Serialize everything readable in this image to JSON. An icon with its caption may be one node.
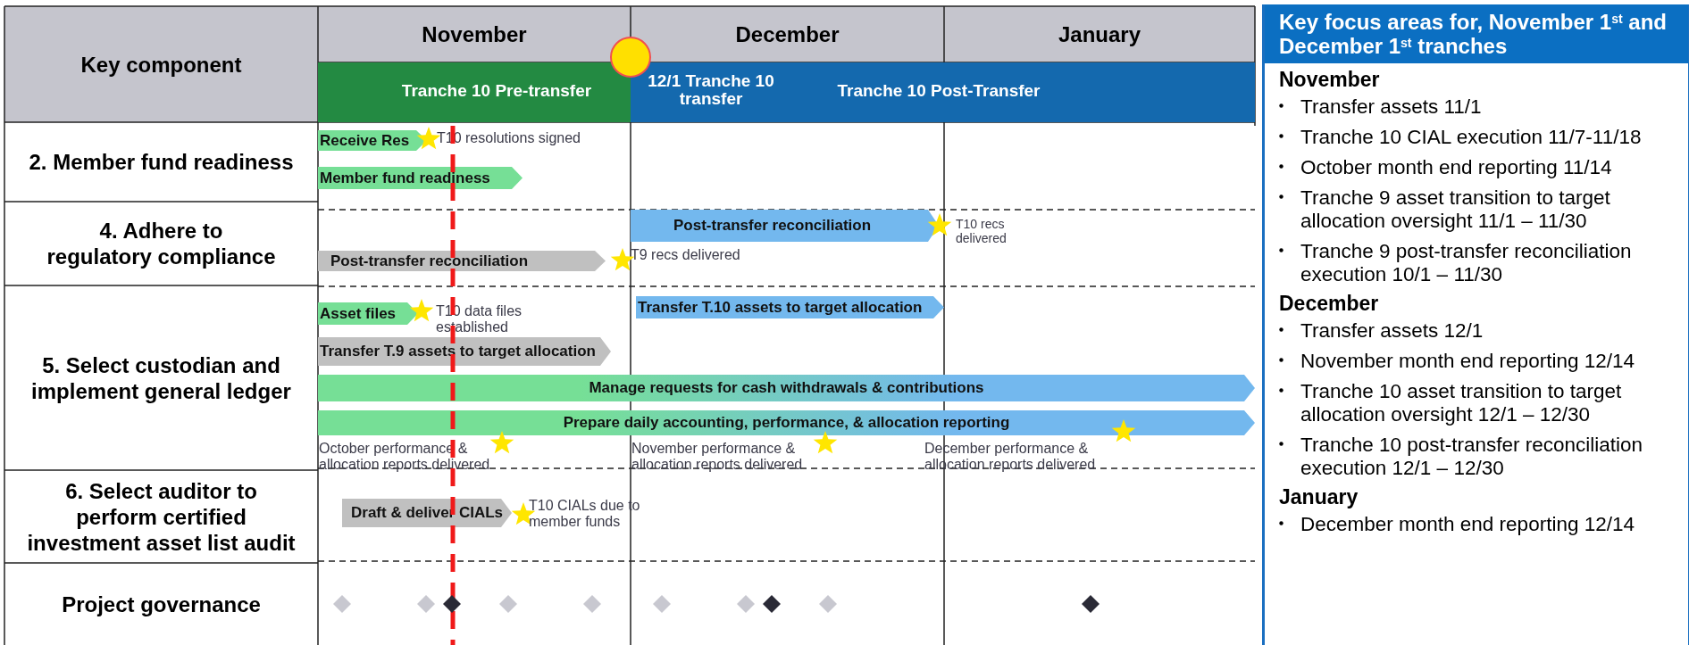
{
  "diagram": {
    "nodes": [
      {
        "text": [
          "Tranche 10 Pre-transfer"
        ]
      },
      {
        "text": [
          "12/1 Tranche 10 transfer",
          "Tranche 10 Post-Transfer"
        ]
      },
      {
        "text": [
          "Receive Res"
        ],
        "beside": [
          "T10 resolutions signed"
        ]
      },
      {
        "text": [
          "Member fund readiness"
        ]
      },
      {
        "text": [
          "Post-transfer reconciliation"
        ],
        "beside": [
          "T10 recs delivered"
        ]
      },
      {
        "text": [
          "Post-transfer reconciliation"
        ]
      },
      {
        "text": [
          "Asset files"
        ]
      },
      {
        "text": [
          "Transfer T.10 assets to target allocation"
        ]
      },
      {
        "text": [
          "Transfer T.9 assets to target allocation"
        ]
      },
      {
        "text": [
          "Manage requests for cash withdrawals & contributions"
        ]
      },
      {
        "text": [
          "Prepare daily accounting, performance, & allocation reporting"
        ]
      },
      {
        "text": [
          "Draft & deliver CIALs"
        ],
        "beside": [
          "T10 CIALs due to member funds"
        ]
      },
      {
        "text": [
          "Key focus areas for, November 1$^{st}$ and December 1$^{st}$ tranches",
          "November",
          "Transfer assets 11/1",
          "Tranche 10 CIAL execution 11/7-11/18",
          "October month end reporting 11/14",
          "Tranche 9 asset transition to target allocation oversight 11/1 – 11/30",
          "Tranche 9 post-transfer reconciliation execution 10/1 – 11/30",
          "December",
          "Transfer assets 12/1",
          "November month end reporting 12/14",
          "Tranche 10 asset transition to target allocation oversight 12/1 – 12/30",
          "Tranche 10 post-transfer reconciliation execution 12/1 – 12/30",
          "January",
          "December month end reporting 12/14"
        ]
      }
    ],
    "labels": [
      "Key component",
      "November",
      "December",
      "January",
      "2. Member fund readiness",
      "4. Adhere to regulatory compliance",
      "T9 recs delivered",
      "5. Select custodian and implement general ledger",
      "T10 data files established",
      "October performance & allocation reports delivered",
      "November performance & allocation reports delivered",
      "December performance & allocation reports delivered",
      "6. Select auditor to perform certified investment asset list audit",
      "Project governance"
    ]
  }
}
